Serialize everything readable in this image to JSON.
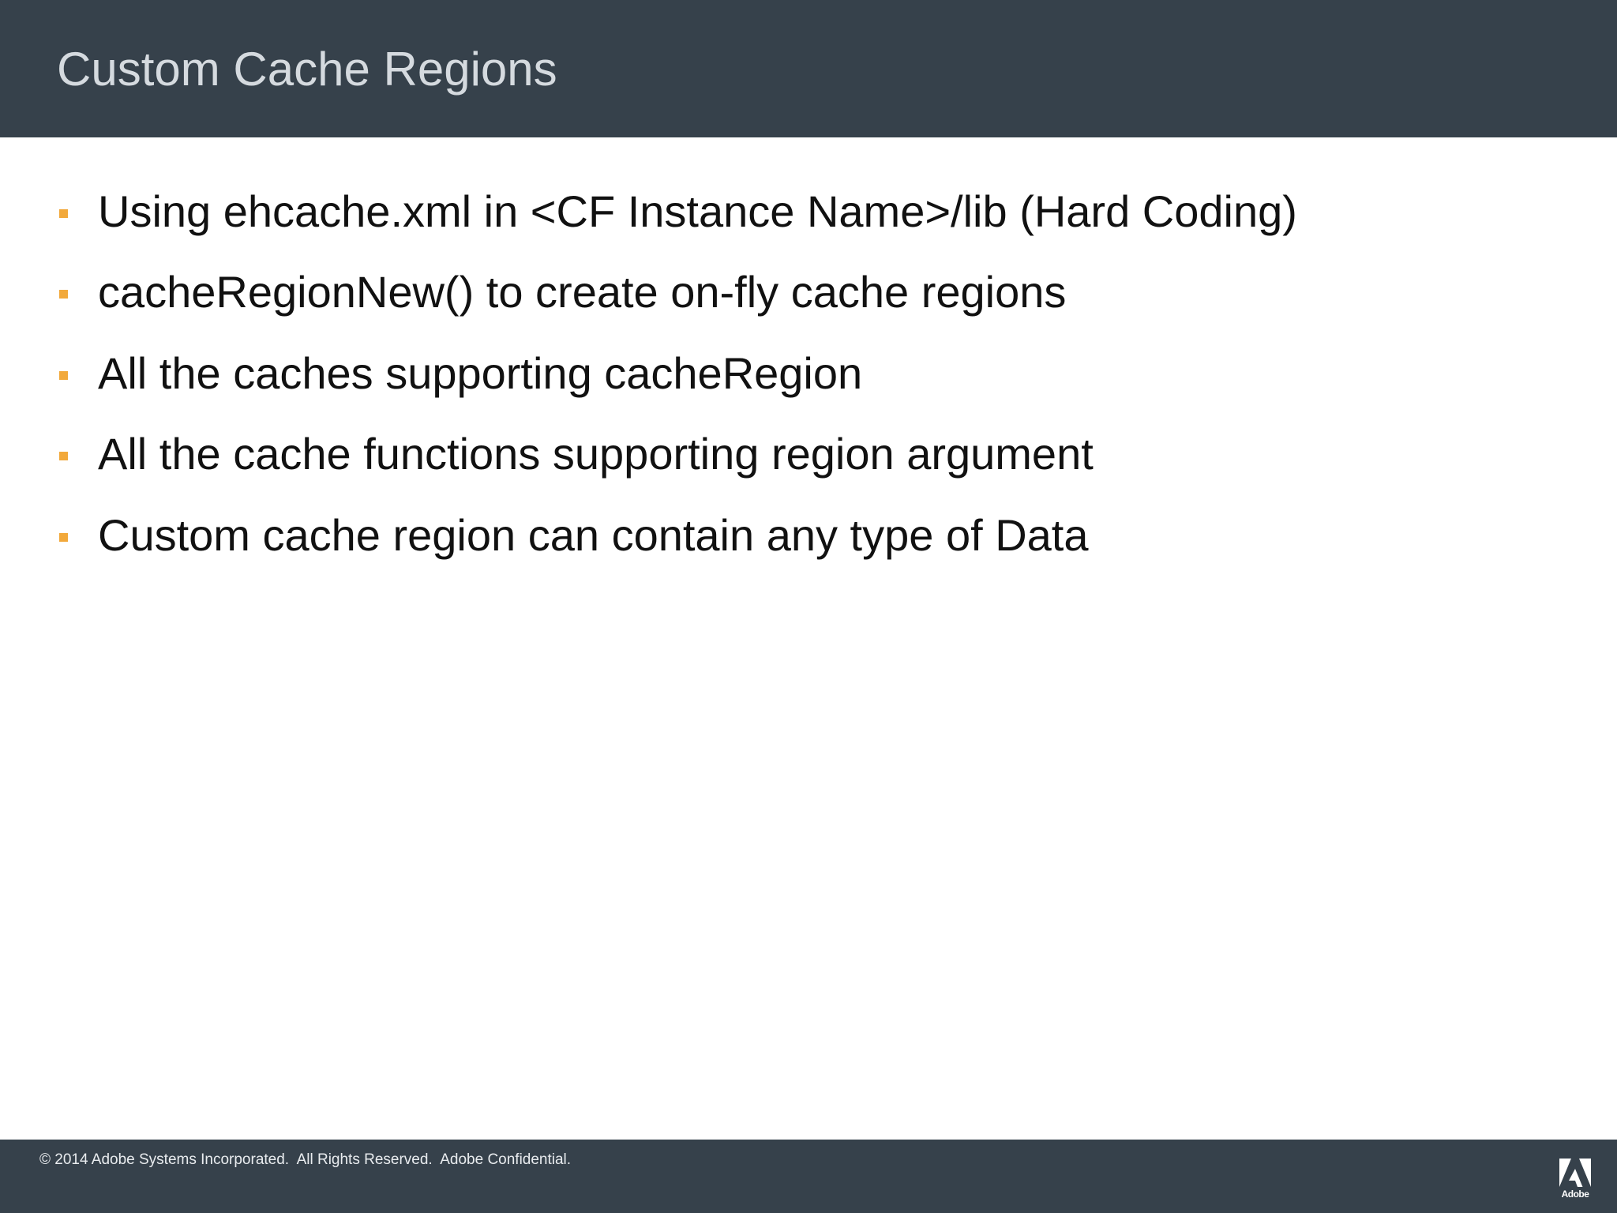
{
  "slide": {
    "title": "Custom Cache Regions",
    "bullets": [
      "Using ehcache.xml in <CF Instance Name>/lib (Hard Coding)",
      "cacheRegionNew() to create on-fly cache regions",
      "All the caches supporting cacheRegion",
      "All the cache functions supporting region argument",
      "Custom cache region can contain any type of Data"
    ]
  },
  "footer": {
    "copyright": "© 2014 Adobe Systems Incorporated.  All Rights Reserved.  Adobe Confidential.",
    "logo_text": "Adobe"
  },
  "colors": {
    "bar_background": "#36414b",
    "title_text": "#d5dadf",
    "bullet_marker": "#f2a93b",
    "body_text": "#111111"
  },
  "icons": {
    "bullet": "square-bullet-icon",
    "logo": "adobe-logo-icon"
  }
}
